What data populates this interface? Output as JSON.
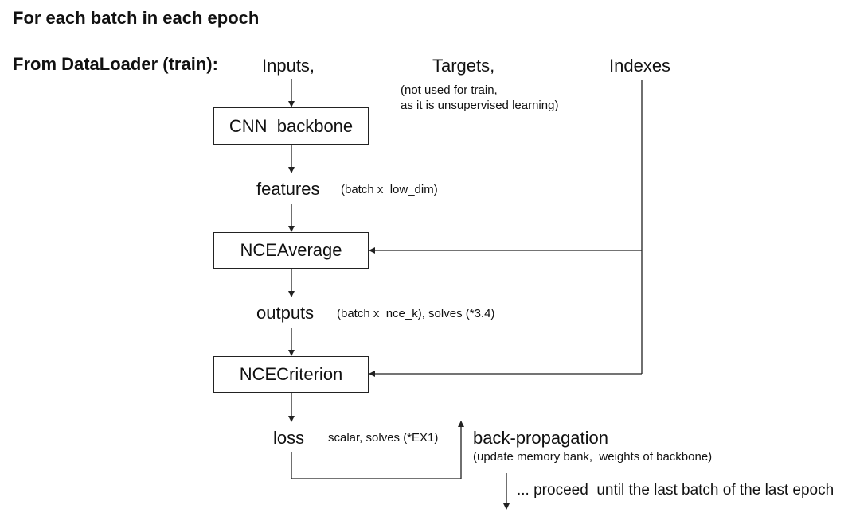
{
  "title": "For each batch in each epoch",
  "source_label": "From DataLoader (train):",
  "inputs": {
    "inputs": "Inputs,",
    "targets": "Targets,",
    "targets_note_line1": "(not used for train,",
    "targets_note_line2": "as it is unsupervised learning)",
    "indexes": "Indexes"
  },
  "blocks": {
    "cnn": "CNN  backbone",
    "nce_average": "NCEAverage",
    "nce_criterion": "NCECriterion"
  },
  "intermediates": {
    "features": "features",
    "features_note": "(batch x  low_dim)",
    "outputs": "outputs",
    "outputs_note": "(batch x  nce_k), solves (*3.4)",
    "loss": "loss",
    "loss_note": "scalar, solves (*EX1)"
  },
  "backprop": {
    "label": "back-propagation",
    "note": "(update memory bank,  weights of backbone)",
    "proceed": "... proceed  until the last batch of the last epoch"
  }
}
